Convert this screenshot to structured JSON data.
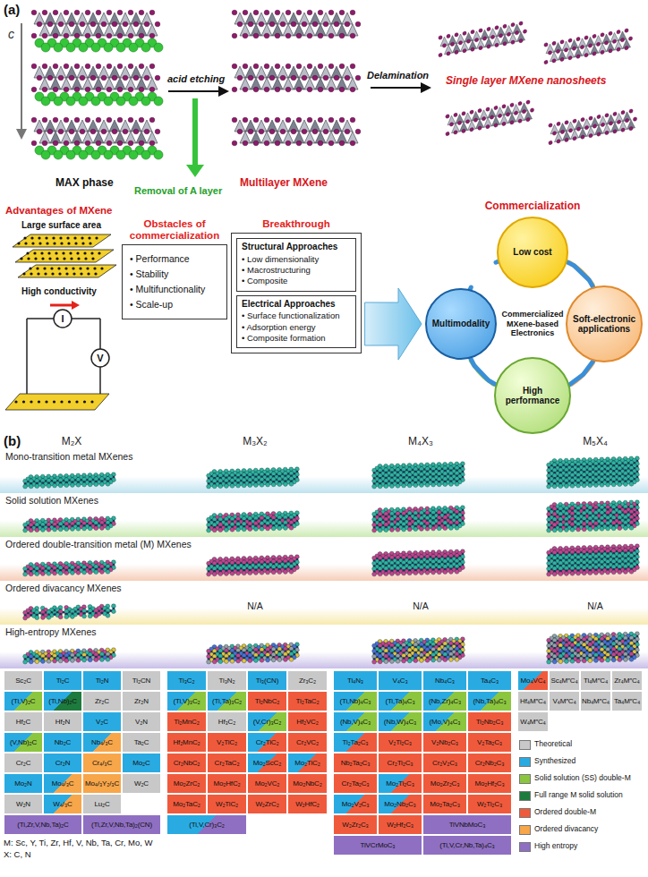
{
  "diagram": {
    "nodes": [
      {
        "text": [
          "Obstacles of commercialization",
          "• Performance",
          "• Stability",
          "• Multifunctionality",
          "• Scale-up"
        ]
      },
      {
        "text": [
          "Breakthrough"
        ]
      },
      {
        "text": [
          "Structural Approaches",
          "• Low dimensionality",
          "• Macrostructuring",
          "• Composite"
        ],
        "in": 1
      },
      {
        "text": [
          "Electrical Approaches",
          "• Surface functionalization",
          "• Adsorption energy",
          "• Composite formation"
        ],
        "in": 1
      },
      {
        "text": [
          "Low cost"
        ]
      },
      {
        "text": [
          "Multimodality"
        ]
      },
      {
        "text": [
          "Soft-electronic applications"
        ]
      },
      {
        "text": [
          "High performance"
        ]
      },
      {
        "text": [
          "Mono-transition metal MXenes"
        ]
      },
      {
        "text": [
          "Solid solution MXenes"
        ]
      },
      {
        "text": [
          "Ordered double-transition metal (M) MXenes"
        ]
      },
      {
        "text": [
          "Ordered divacancy MXenes",
          "N/A",
          "N/A",
          "N/A"
        ]
      },
      {
        "text": [
          "High-entropy MXenes"
        ]
      }
    ],
    "edges": [
      {
        "from": 1,
        "to": 5,
        "arrow": "to"
      },
      {
        "from": 4,
        "to": 6,
        "arrow": "none"
      },
      {
        "from": 6,
        "to": 7,
        "arrow": "none"
      },
      {
        "from": 7,
        "to": 5,
        "arrow": "none"
      },
      {
        "from": 5,
        "to": 4,
        "arrow": "none"
      }
    ],
    "labels": [
      "(a)",
      "c",
      "MAX phase",
      "acid etching",
      "Removal of A layer",
      "Multilayer MXene",
      "Delamination",
      "Single layer MXene nanosheets",
      "Advantages of MXene",
      "Large surface area",
      "High conductivity",
      "I",
      "V",
      "Commercialization",
      "Commercialized MXene-based Electronics",
      "(b)",
      "M₂X",
      "M₃X₂",
      "M₄X₃",
      "M₅X₄",
      "Sc₂C",
      "Ti₂C",
      "Ti₂N",
      "Ti₂CN",
      "(Ti,V)₂C",
      "(Ti,Nb)₂C",
      "Zr₂C",
      "Zr₂N",
      "Hf₂C",
      "Hf₂N",
      "V₂C",
      "V₂N",
      "(V,Nb)₂C",
      "Nb₂C",
      "Nb₄/₃C",
      "Ta₂C",
      "Cr₂C",
      "Cr₂N",
      "Cr₄/₃C",
      "Mo₂C",
      "Mo₂N",
      "Mo₄/₃C",
      "Mo₄/₃Y₂/₃C",
      "W₂C",
      "W₂N",
      "W₄/₃C",
      "Lu₂C",
      "(Ti,Zr,V,Nb,Ta)₂C",
      "(Ti,Zr,V,Nb,Ta)₂(CN)",
      "Ti₃C₂",
      "Ti₃N₂",
      "Ti₃(CN)",
      "Zr₃C₂",
      "(Ti,V)₃C₂",
      "(Ti,Ta)₃C₂",
      "Ti₂NbC₂",
      "Ti₂TaC₂",
      "Ti₂MnC₂",
      "Hf₃C₂",
      "(V,Cr)₃C₂",
      "Hf₂VC₂",
      "Hf₂MnC₂",
      "V₂TiC₂",
      "Cr₂TiC₂",
      "Cr₂VC₂",
      "Cr₂NbC₂",
      "Cr₂TaC₂",
      "Mo₂ScC₂",
      "Mo₂TiC₂",
      "Mo₂ZrC₂",
      "Mo₂HfC₂",
      "Mo₂VC₂",
      "Mo₂NbC₂",
      "Mo₂TaC₂",
      "W₂TiC₂",
      "W₂ZrC₂",
      "W₂HfC₂",
      "(Ti,V,Cr)₃C₂",
      "Ti₄N₃",
      "V₄C₃",
      "Nb₄C₃",
      "Ta₄C₃",
      "(Ti,Nb)₄C₃",
      "(Ti,Ta)₄C₃",
      "(Nb,Zr)₄C₃",
      "(Nb,Ta)₄C₃",
      "(Nb,V)₄C₃",
      "(Nb,W)₄C₃",
      "(Mo,V)₄C₃",
      "Ti₂Nb₂C₃",
      "Ti₂Ta₂C₃",
      "V₂Ti₂C₃",
      "V₂Nb₂C₃",
      "V₂Ta₂C₃",
      "Nb₂Ta₂C₃",
      "Cr₂Ti₂C₃",
      "Cr₂V₂C₃",
      "Cr₂Nb₂C₃",
      "Cr₂Ta₂C₃",
      "Mo₂Ti₂C₃",
      "Mo₂Zr₂C₃",
      "Mo₂Hf₂C₃",
      "Mo₂V₂C₃",
      "Mo₂Nb₂C₃",
      "Mo₂Ta₂C₃",
      "W₂Ti₂C₃",
      "W₂Zr₂C₃",
      "W₂Hf₂C₃",
      "TiVNbMoC₃",
      "TiVCrMoC₃",
      "(Ti,V,Cr,Nb,Ta)₄C₃",
      "Mo₄VC₄",
      "Sc₄M″C₄",
      "Ti₄M″C₄",
      "Zr₄M″C₄",
      "Hf₄M″C₄",
      "V₄M″C₄",
      "Nb₄M″C₄",
      "Ta₄M″C₄",
      "W₄M″C₄",
      "M: Sc, Y, Ti, Zr, Hf, V, Nb, Ta, Cr, Mo, W",
      "X: C, N"
    ],
    "legend": [
      {
        "text": "Theoretical",
        "color": "#c8c8c8"
      },
      {
        "text": "Synthesized",
        "color": "#29abe2"
      },
      {
        "text": "Solid solution (SS) double-M",
        "color": "#8cc63f"
      },
      {
        "text": "Full range M solid solution",
        "color": "#1e7b3e"
      },
      {
        "text": "Ordered double-M",
        "color": "#f05a3c"
      },
      {
        "text": "Ordered divacancy",
        "color": "#f7a64a"
      },
      {
        "text": "High entropy",
        "color": "#8f6fc2"
      }
    ]
  }
}
